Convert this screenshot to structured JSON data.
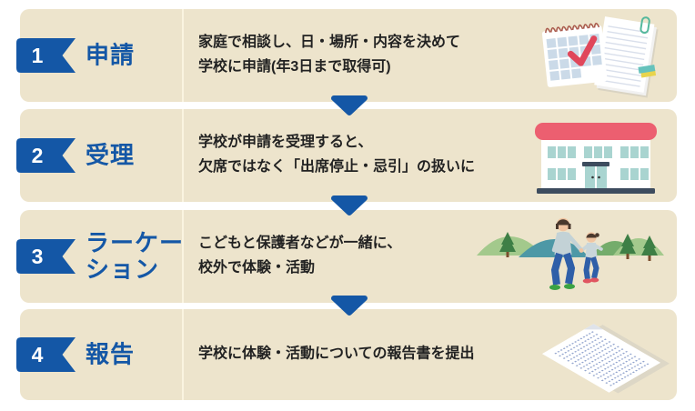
{
  "page": {
    "background_color": "#ffffff",
    "card_color": "#ede4cc",
    "accent_blue": "#1457a6",
    "text_color": "#222222",
    "arrow_direction": "down"
  },
  "steps": [
    {
      "number": "1",
      "label": "申請",
      "label_lines": [
        "申請"
      ],
      "description_lines": [
        "家庭で相談し、日・場所・内容を決めて",
        "学校に申請(年3日まで取得可)"
      ],
      "icon": "calendar-and-note-icon"
    },
    {
      "number": "2",
      "label": "受理",
      "label_lines": [
        "受理"
      ],
      "description_lines": [
        "学校が申請を受理すると、",
        "欠席ではなく「出席停止・忌引」の扱いに"
      ],
      "icon": "school-building-icon"
    },
    {
      "number": "3",
      "label": "ラーケーション",
      "label_lines": [
        "ラーケー",
        "ション"
      ],
      "description_lines": [
        "こどもと保護者などが一緒に、",
        "校外で体験・活動"
      ],
      "icon": "family-outdoors-icon"
    },
    {
      "number": "4",
      "label": "報告",
      "label_lines": [
        "報告"
      ],
      "description_lines": [
        "学校に体験・活動についての報告書を提出"
      ],
      "icon": "report-paper-icon"
    }
  ]
}
